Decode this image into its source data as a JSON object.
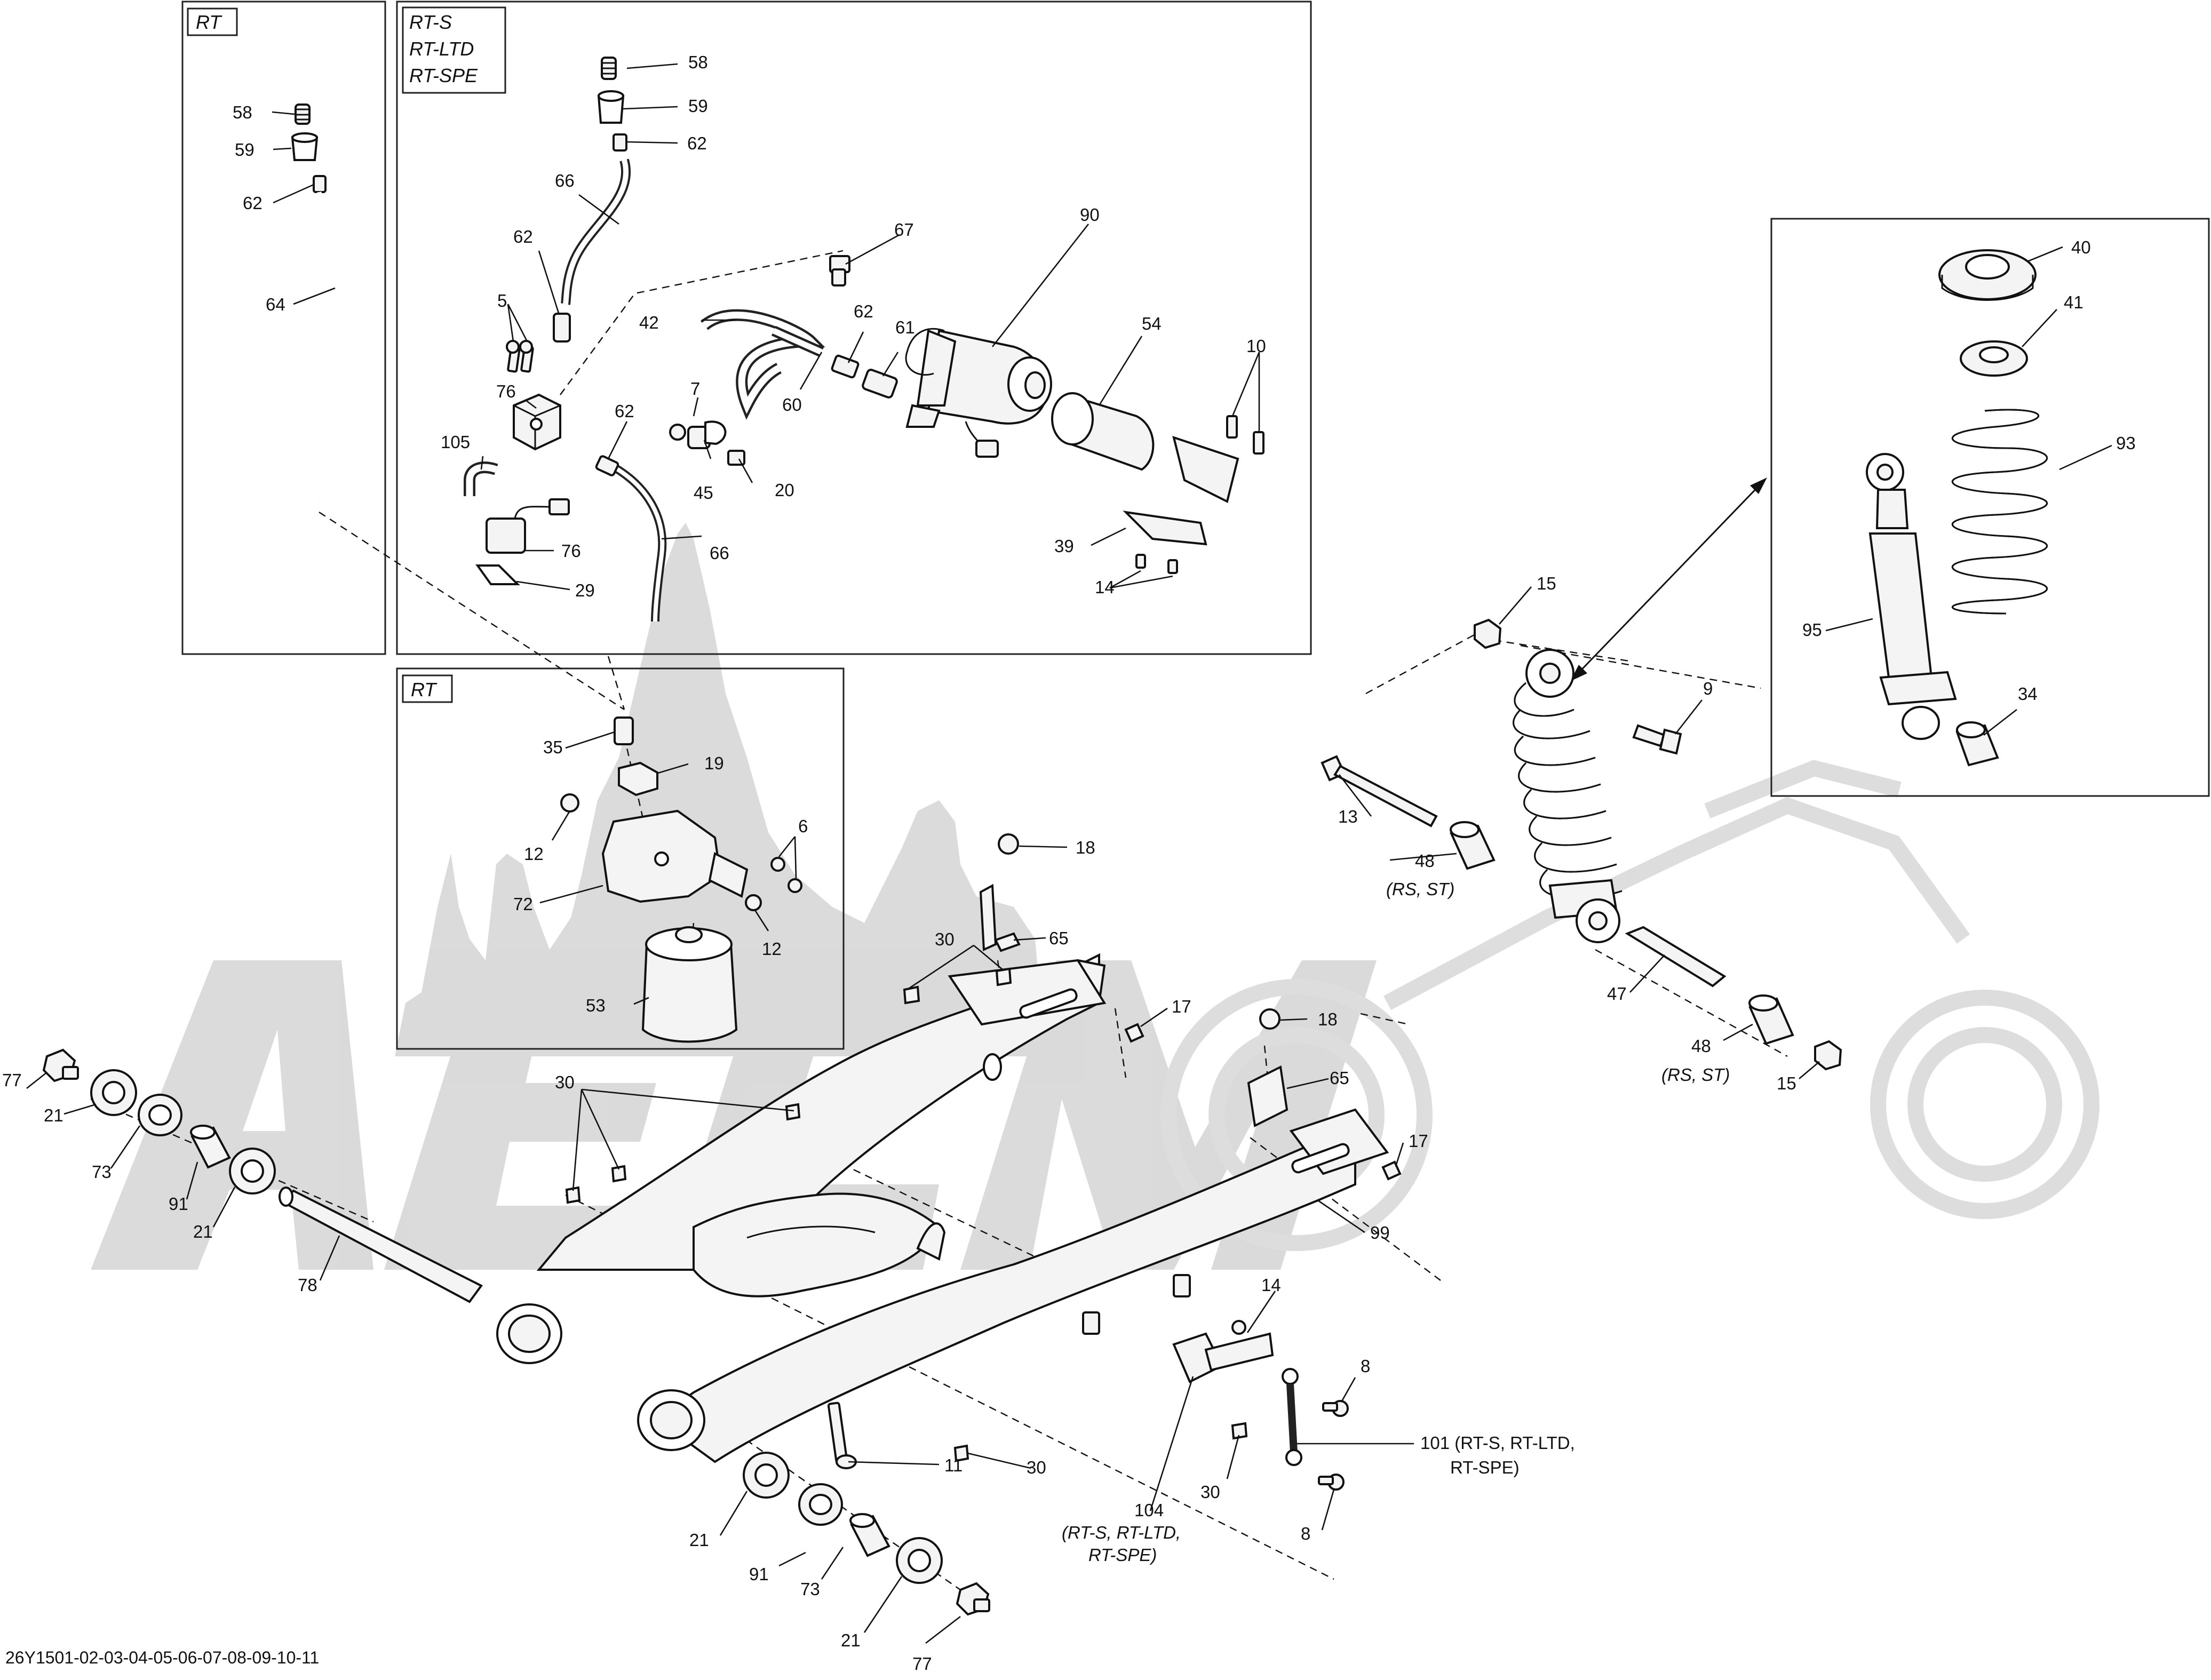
{
  "diagram_code": "26Y1501-02-03-04-05-06-07-08-09-10-11",
  "watermark": {
    "color": "#d9d9d9"
  },
  "panels": {
    "rt_hose": {
      "tag": "RT"
    },
    "electric_preload": {
      "tag_lines": [
        "RT-S",
        "RT-LTD",
        "RT-SPE"
      ]
    },
    "rt_manual_adjuster": {
      "tag": "RT"
    },
    "shock_detail": {}
  },
  "callouts": {
    "c5": "5",
    "c6": "6",
    "c7": "7",
    "c8a": "8",
    "c8b": "8",
    "c9": "9",
    "c10": "10",
    "c11": "11",
    "c12a": "12",
    "c12b": "12",
    "c13": "13",
    "c14a": "14",
    "c14b": "14",
    "c15a": "15",
    "c15b": "15",
    "c17a": "17",
    "c17b": "17",
    "c18a": "18",
    "c18b": "18",
    "c19": "19",
    "c20": "20",
    "c21a": "21",
    "c21b": "21",
    "c21c": "21",
    "c21d": "21",
    "c29": "29",
    "c30a": "30",
    "c30b": "30",
    "c30c": "30",
    "c30d": "30",
    "c34": "34",
    "c35": "35",
    "c39": "39",
    "c40": "40",
    "c41": "41",
    "c42": "42",
    "c45": "45",
    "c47": "47",
    "c48a": "48",
    "c48b": "48",
    "c53": "53",
    "c54": "54",
    "c58a": "58",
    "c58b": "58",
    "c59a": "59",
    "c59b": "59",
    "c60": "60",
    "c61": "61",
    "c62a": "62",
    "c62b": "62",
    "c62c": "62",
    "c62d": "62",
    "c62e": "62",
    "c64": "64",
    "c65a": "65",
    "c65b": "65",
    "c66a": "66",
    "c66b": "66",
    "c67": "67",
    "c72": "72",
    "c73a": "73",
    "c73b": "73",
    "c76a": "76",
    "c76b": "76",
    "c77a": "77",
    "c77b": "77",
    "c78": "78",
    "c90": "90",
    "c91a": "91",
    "c91b": "91",
    "c93": "93",
    "c95": "95",
    "c99": "99",
    "c101": "101 (RT-S, RT-LTD,",
    "c101b": "RT-SPE)",
    "c104": "104",
    "c104b": "(RT-S, RT-LTD,",
    "c104c": "RT-SPE)",
    "c105": "105"
  },
  "notes": {
    "rs_st_a": "(RS, ST)",
    "rs_st_b": "(RS, ST)"
  }
}
